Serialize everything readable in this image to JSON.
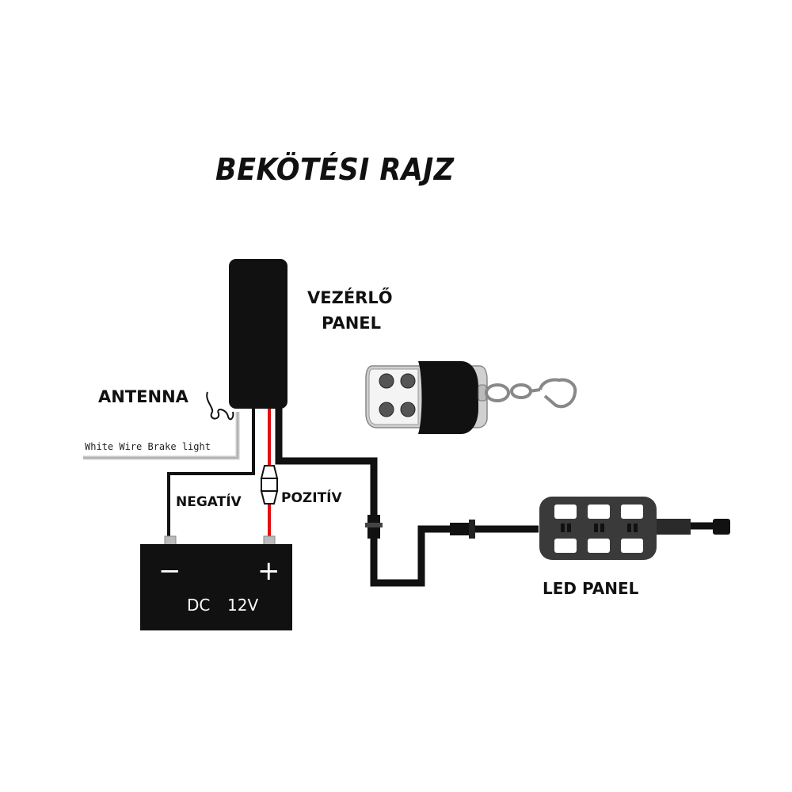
{
  "title": "BEKÖTÉSI RAJZ",
  "labels": {
    "controller_line1": "VEZÉRLŐ",
    "controller_line2": "PANEL",
    "antenna": "ANTENNA",
    "brake_wire": "White Wire Brake light",
    "negative": "NEGATÍV",
    "positive": "POZITÍV",
    "led_panel": "LED PANEL"
  },
  "battery": {
    "minus": "−",
    "plus": "+",
    "dc": "DC",
    "voltage": "12V"
  },
  "colors": {
    "wire_black": "#111111",
    "wire_red": "#e01010",
    "brake_wire": "#cccccc",
    "battery": "#111111",
    "led_body": "#3a3a3a"
  }
}
